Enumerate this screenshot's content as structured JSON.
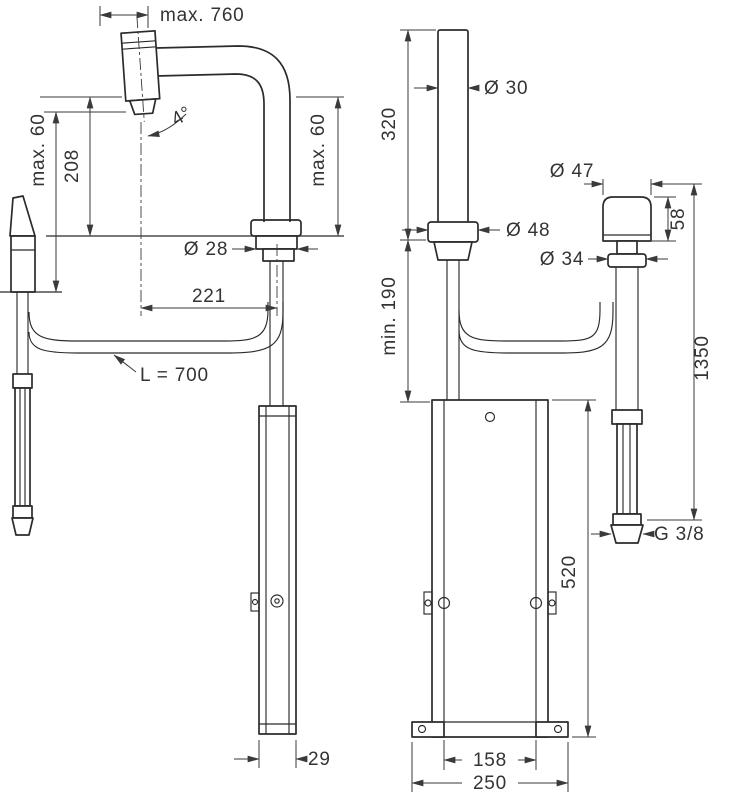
{
  "drawing": {
    "colors": {
      "line": "#2b2b2b",
      "dimension": "#3a3a3a",
      "background": "#ffffff"
    },
    "dim_labels": {
      "pullout_length": "max. 760",
      "counter_thickness_left": "max. 60",
      "spout_height": "208",
      "spray_angle": "4°",
      "shank_diameter": "Ø 28",
      "spout_reach": "221",
      "hose_length": "L = 700",
      "counter_thickness_mid": "max. 60",
      "spout_column_height": "320",
      "spout_diameter": "Ø 30",
      "base_diameter": "Ø 48",
      "min_clearance": "min. 190",
      "handle_diameter": "Ø 47",
      "handle_height": "58",
      "handle_base_diameter": "Ø 34",
      "supply_hose_length": "1350",
      "thread_size": "G 3/8",
      "box_height": "520",
      "box_depth": "29",
      "box_mount_width": "158",
      "box_overall_width": "250"
    }
  }
}
